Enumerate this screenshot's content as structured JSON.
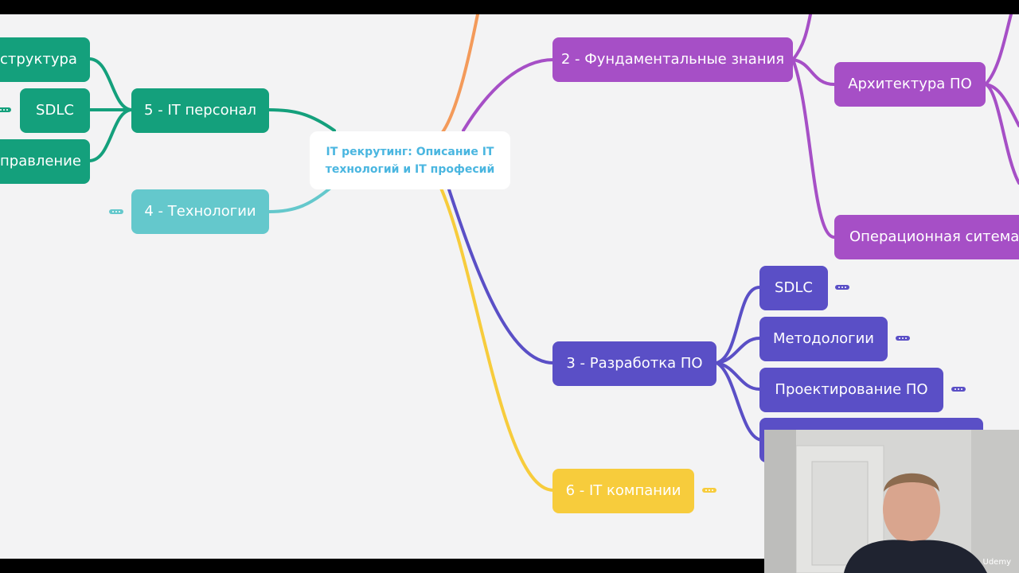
{
  "mindmap": {
    "root": "IT рекрутинг: Описание IT технологий и IT професий",
    "nodes": {
      "infrastructure_partial": "структура",
      "sdlc_left": "SDLC",
      "management_partial": "правление",
      "it_staff": "5 - IT персонал",
      "technologies": "4 - Технологии",
      "fundamentals": "2 - Фундаментальные знания",
      "architecture": "Архитектура ПО",
      "os": "Операционная ситема",
      "sdlc_right": "SDLC",
      "methodologies": "Методологии",
      "design": "Проектирование ПО",
      "development": "3 - Разработка ПО",
      "it_companies": "6 - IT компании"
    },
    "colors": {
      "green": "#14a07c",
      "teal": "#64c8cc",
      "purple": "#a64fc6",
      "indigo": "#5a4fc6",
      "yellow": "#f7cc3c",
      "orange": "#f39a5a",
      "root_text": "#4ab6e0",
      "canvas": "#f3f3f4"
    }
  },
  "overlay": {
    "brand": "Udemy"
  }
}
